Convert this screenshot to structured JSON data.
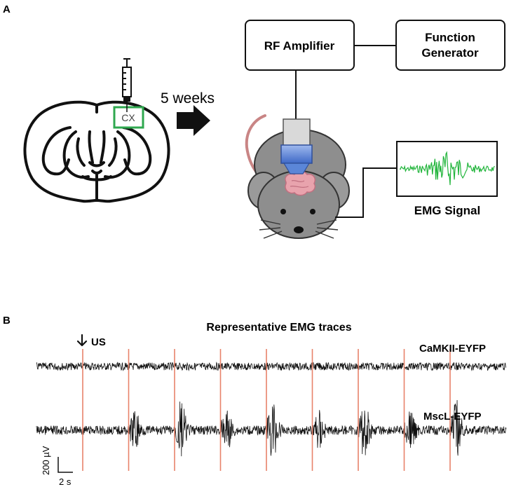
{
  "panels": {
    "a": "A",
    "b": "B"
  },
  "schematic": {
    "region_label": "CX",
    "time_label": "5 weeks",
    "rf_amplifier": "RF Amplifier",
    "function_generator": [
      "Function",
      "Generator"
    ],
    "emg_signal": "EMG Signal"
  },
  "traces": {
    "title": "Representative EMG traces",
    "stimulus_label": "US",
    "rows": [
      {
        "name": "CaMKII-EYFP",
        "response": "none"
      },
      {
        "name": "MscL-EYFP",
        "response": "evoked"
      }
    ],
    "stimulus_count": 9,
    "scale_bar": {
      "y_label": "200 µV",
      "x_label": "2 s"
    }
  },
  "colors": {
    "box_green": "#2fa84f",
    "emg_green": "#22b53c",
    "stimulus_line": "#e8826a",
    "mouse_body": "#8e8e8e",
    "brain_pink": "#e8a3ad",
    "transducer_blue": "#5b86d8"
  }
}
